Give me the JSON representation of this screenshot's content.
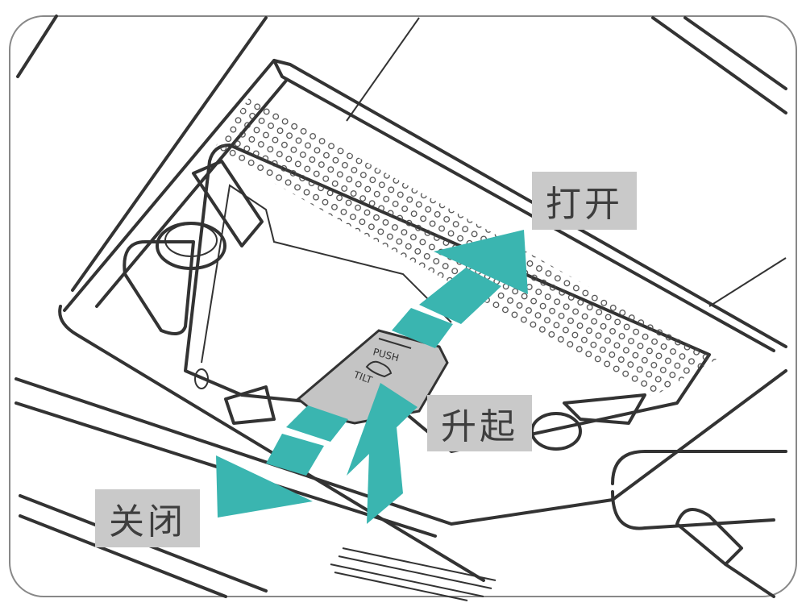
{
  "labels": {
    "open": "打开",
    "tilt_up": "升起",
    "close": "关闭"
  },
  "switch": {
    "push": "PUSH",
    "tilt": "TILT"
  },
  "colors": {
    "arrow": "#3ab5b0",
    "label_bg": "#c9c9c9",
    "line": "#333333"
  }
}
